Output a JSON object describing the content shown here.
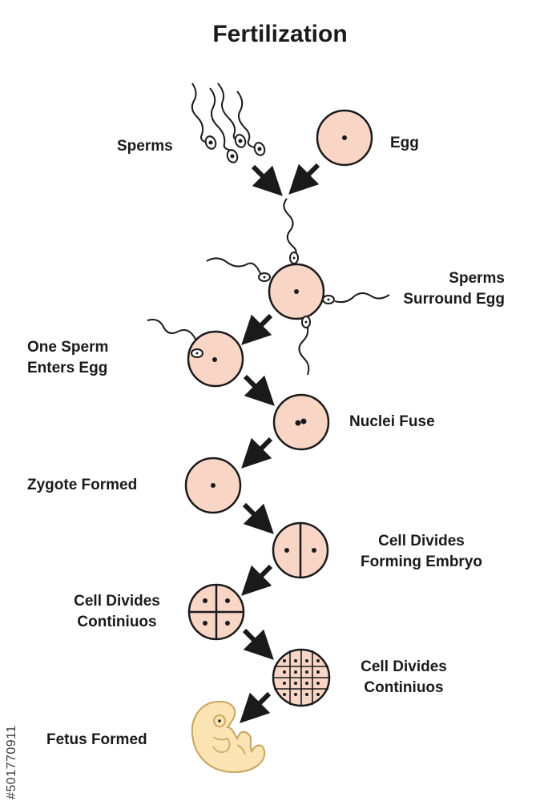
{
  "title": "Fertilization",
  "labels": {
    "sperms": "Sperms",
    "egg": "Egg",
    "sperms_surround_line1": "Sperms",
    "sperms_surround_line2": "Surround Egg",
    "one_sperm_line1": "One Sperm",
    "one_sperm_line2": "Enters Egg",
    "nuclei_fuse": "Nuclei Fuse",
    "zygote_formed": "Zygote Formed",
    "cell_divides_embryo_line1": "Cell Divides",
    "cell_divides_embryo_line2": "Forming Embryo",
    "cell_divides_cont_left_line1": "Cell Divides",
    "cell_divides_cont_left_line2": "Continiuos",
    "cell_divides_cont_right_line1": "Cell Divides",
    "cell_divides_cont_right_line2": "Continiuos",
    "fetus_formed": "Fetus Formed"
  },
  "watermark": "#501770911",
  "colors": {
    "cell_fill": "#f9d5c6",
    "outline": "#1a1a1a",
    "fetus_fill": "#fbe3b4",
    "fetus_outline": "#c9a35e"
  }
}
